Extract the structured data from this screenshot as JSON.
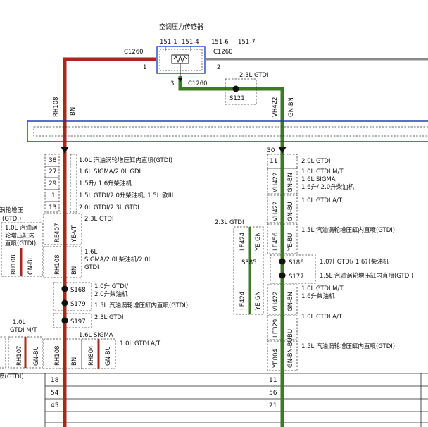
{
  "colors": {
    "red_wire": "#a8281e",
    "green_wire": "#3f7a1e",
    "gray_wire": "#8a8a8a",
    "blue_line": "#1b2fb8",
    "sensor_box": "#2146c8"
  },
  "sensor": {
    "title": "空调压力传感器",
    "top_codes": [
      "151-1",
      "151-4",
      "151-6",
      "151-7"
    ],
    "conn_left": "C1260",
    "conn_right": "C1260",
    "conn_bottom": "C1260",
    "pin_left": "1",
    "pin_right": "2",
    "pin_bottom": "3"
  },
  "splice_top": {
    "label": "S121",
    "variant": "2.3L GTDI"
  },
  "wires_top": {
    "left_code": "RH108",
    "left_color": "BN",
    "right_code": "VH422",
    "right_color": "GN-BN"
  },
  "left": {
    "conn_pin": "38",
    "rows": [
      {
        "pin": "38",
        "text": "1.0L 汽油涡轮增压缸内直喷(GTDI)"
      },
      {
        "pin": "27",
        "text": "1.6L SIGMA/2.0L GDI"
      },
      {
        "pin": "29",
        "text": "1.5升/ 1.6升柴油机"
      },
      {
        "pin": "1",
        "text": "1.5L GTDI/2.0升柴油机, 1.5L 欧III"
      },
      {
        "pin": "13",
        "text": "2.0L GTDI/2.3L GTDI"
      }
    ],
    "v1": {
      "text": "2.3L GTDI",
      "code": "RE407",
      "color": "YE-VT"
    },
    "v2": {
      "text_lines": [
        "1.6L",
        "SIGMA/2.0L柴油机/2.0L",
        "GTDI"
      ],
      "code": "RH108",
      "color": "BN"
    },
    "splices": [
      {
        "id": "S168",
        "lines": [
          "1.0升 GTDI/",
          "2.0升柴油机"
        ]
      },
      {
        "id": "S179",
        "lines": [
          "1.5L 汽油涡轮增压缸内直喷(GTDI)"
        ]
      },
      {
        "id": "S197",
        "lines": [
          "2.3L GTDI"
        ]
      }
    ],
    "bottom_a": {
      "text": "1.6L SIGMA",
      "code": "RH108",
      "color": "BN"
    },
    "bottom_b": {
      "text": "1.0L GTDI A/T",
      "code": "RH804",
      "color": "GN-BU"
    },
    "edge_text_lines": [
      "涡轮增压",
      "(GTDI)"
    ],
    "edge_box": {
      "lines": [
        "1.0L 汽油涡",
        "轮增压缸内",
        "直喷(GTDI)"
      ],
      "code": "RH108",
      "color": "GN-BU"
    },
    "edge_mt": {
      "lines": [
        "1.0L",
        "GTDI M/T"
      ],
      "code": "RH107",
      "color": "GN-BU"
    },
    "edge_bottom_text": "喷(GTDI)"
  },
  "right": {
    "conn_pin": "30",
    "rows": [
      {
        "pin": "11",
        "text": "2.0L GTDI"
      },
      {
        "pin": "",
        "text": "1.0L GTDI M/T"
      },
      {
        "pin": "",
        "text": "1.6L SIGMA"
      },
      {
        "pin": "",
        "text": "1.6升/ 2.0升柴油机"
      }
    ],
    "v1": {
      "code": "VH422",
      "color": "GN-BN"
    },
    "v2": {
      "text": "1.0L GTDI A/T",
      "code": "VH422",
      "color": "GN-BU"
    },
    "v3": {
      "text": "1.5L 汽油涡轮增压缸内直喷(GTDI)",
      "code": "LE456",
      "color": "YE-BU"
    },
    "left_group": {
      "title": "2.3L GTDI",
      "code_a": "LE424",
      "color_a": "YE-GN",
      "splice": "S385",
      "code_b": "LE424",
      "color_b": "YE-GN"
    },
    "splices": [
      {
        "id": "S186",
        "text": "1.0升 GTDI/ 1.6升柴油机"
      },
      {
        "id": "S177",
        "text": "1.5L 汽油涡轮增压缸内直喷(GTDI)"
      }
    ],
    "v4": {
      "lines": [
        "1.0L GTDI M/T",
        "1.6升柴油机"
      ],
      "code": "VH422",
      "color": "GN-BN"
    },
    "v5": {
      "text": "1.0L GTDI A/T",
      "code": "LE329",
      "color": "BU"
    },
    "v6": {
      "text": "1.5L 汽油涡轮增压缸内直喷(GTDI)",
      "code": "YE804",
      "color": "GN-BN-BU"
    }
  },
  "bottom_table": [
    {
      "left": "18",
      "right": "11"
    },
    {
      "left": "54",
      "right": "56"
    },
    {
      "left": "45",
      "right": "21"
    }
  ]
}
